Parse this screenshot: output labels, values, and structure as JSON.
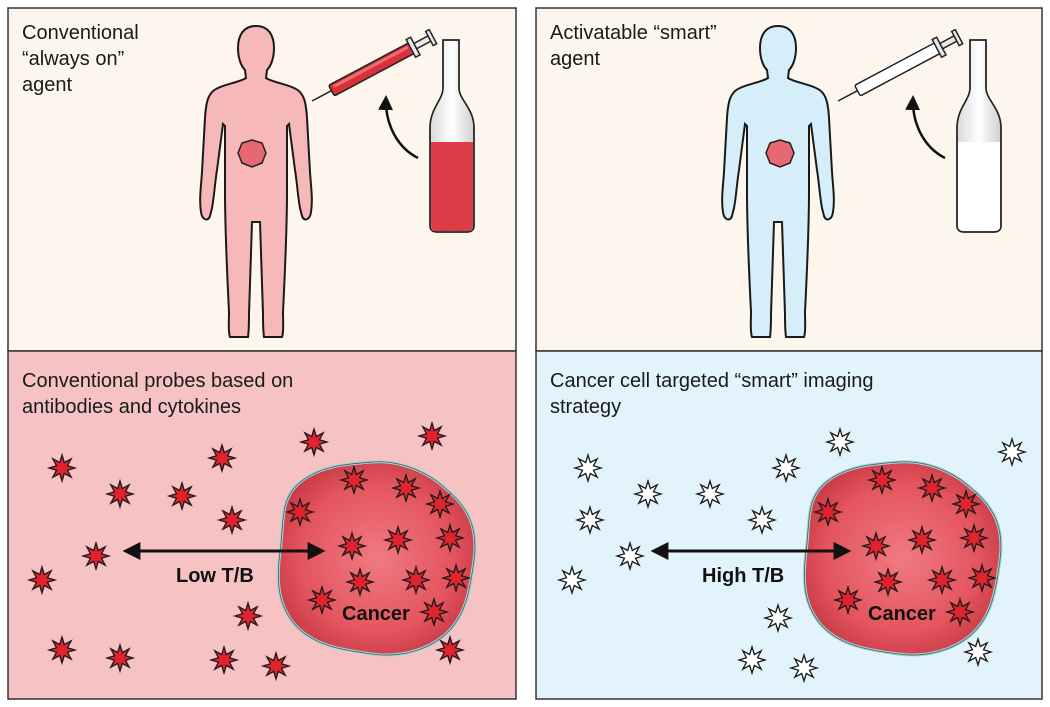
{
  "panels": {
    "top_left": {
      "title": "Conventional\n“always on”\nagent",
      "bg_color": "#fdf6ec"
    },
    "top_right": {
      "title": "Activatable “smart”\nagent",
      "bg_color": "#fdf6ec"
    },
    "bottom_left": {
      "title": "Conventional probes based on\nantibodies and cytokines",
      "bg_color": "#f7c2c4",
      "ratio_label": "Low T/B",
      "cancer_label": "Cancer"
    },
    "bottom_right": {
      "title": "Cancer cell targeted “smart” imaging\nstrategy",
      "bg_color": "#e3f3fb",
      "ratio_label": "High T/B",
      "cancer_label": "Cancer"
    }
  },
  "icons": {
    "person_left": "human-silhouette-icon",
    "person_right": "human-silhouette-icon",
    "syringe": "syringe-icon",
    "vial": "vial-icon",
    "probe": "star-burst-icon"
  },
  "colors": {
    "active_probe": "#e0232c",
    "inactive_probe": "#ffffff",
    "cancer_fill": "#e8606a",
    "person_on": "#f6b8b8",
    "person_off": "#d6eef9",
    "vial_filled": "#dc3c45",
    "border": "#333333"
  }
}
